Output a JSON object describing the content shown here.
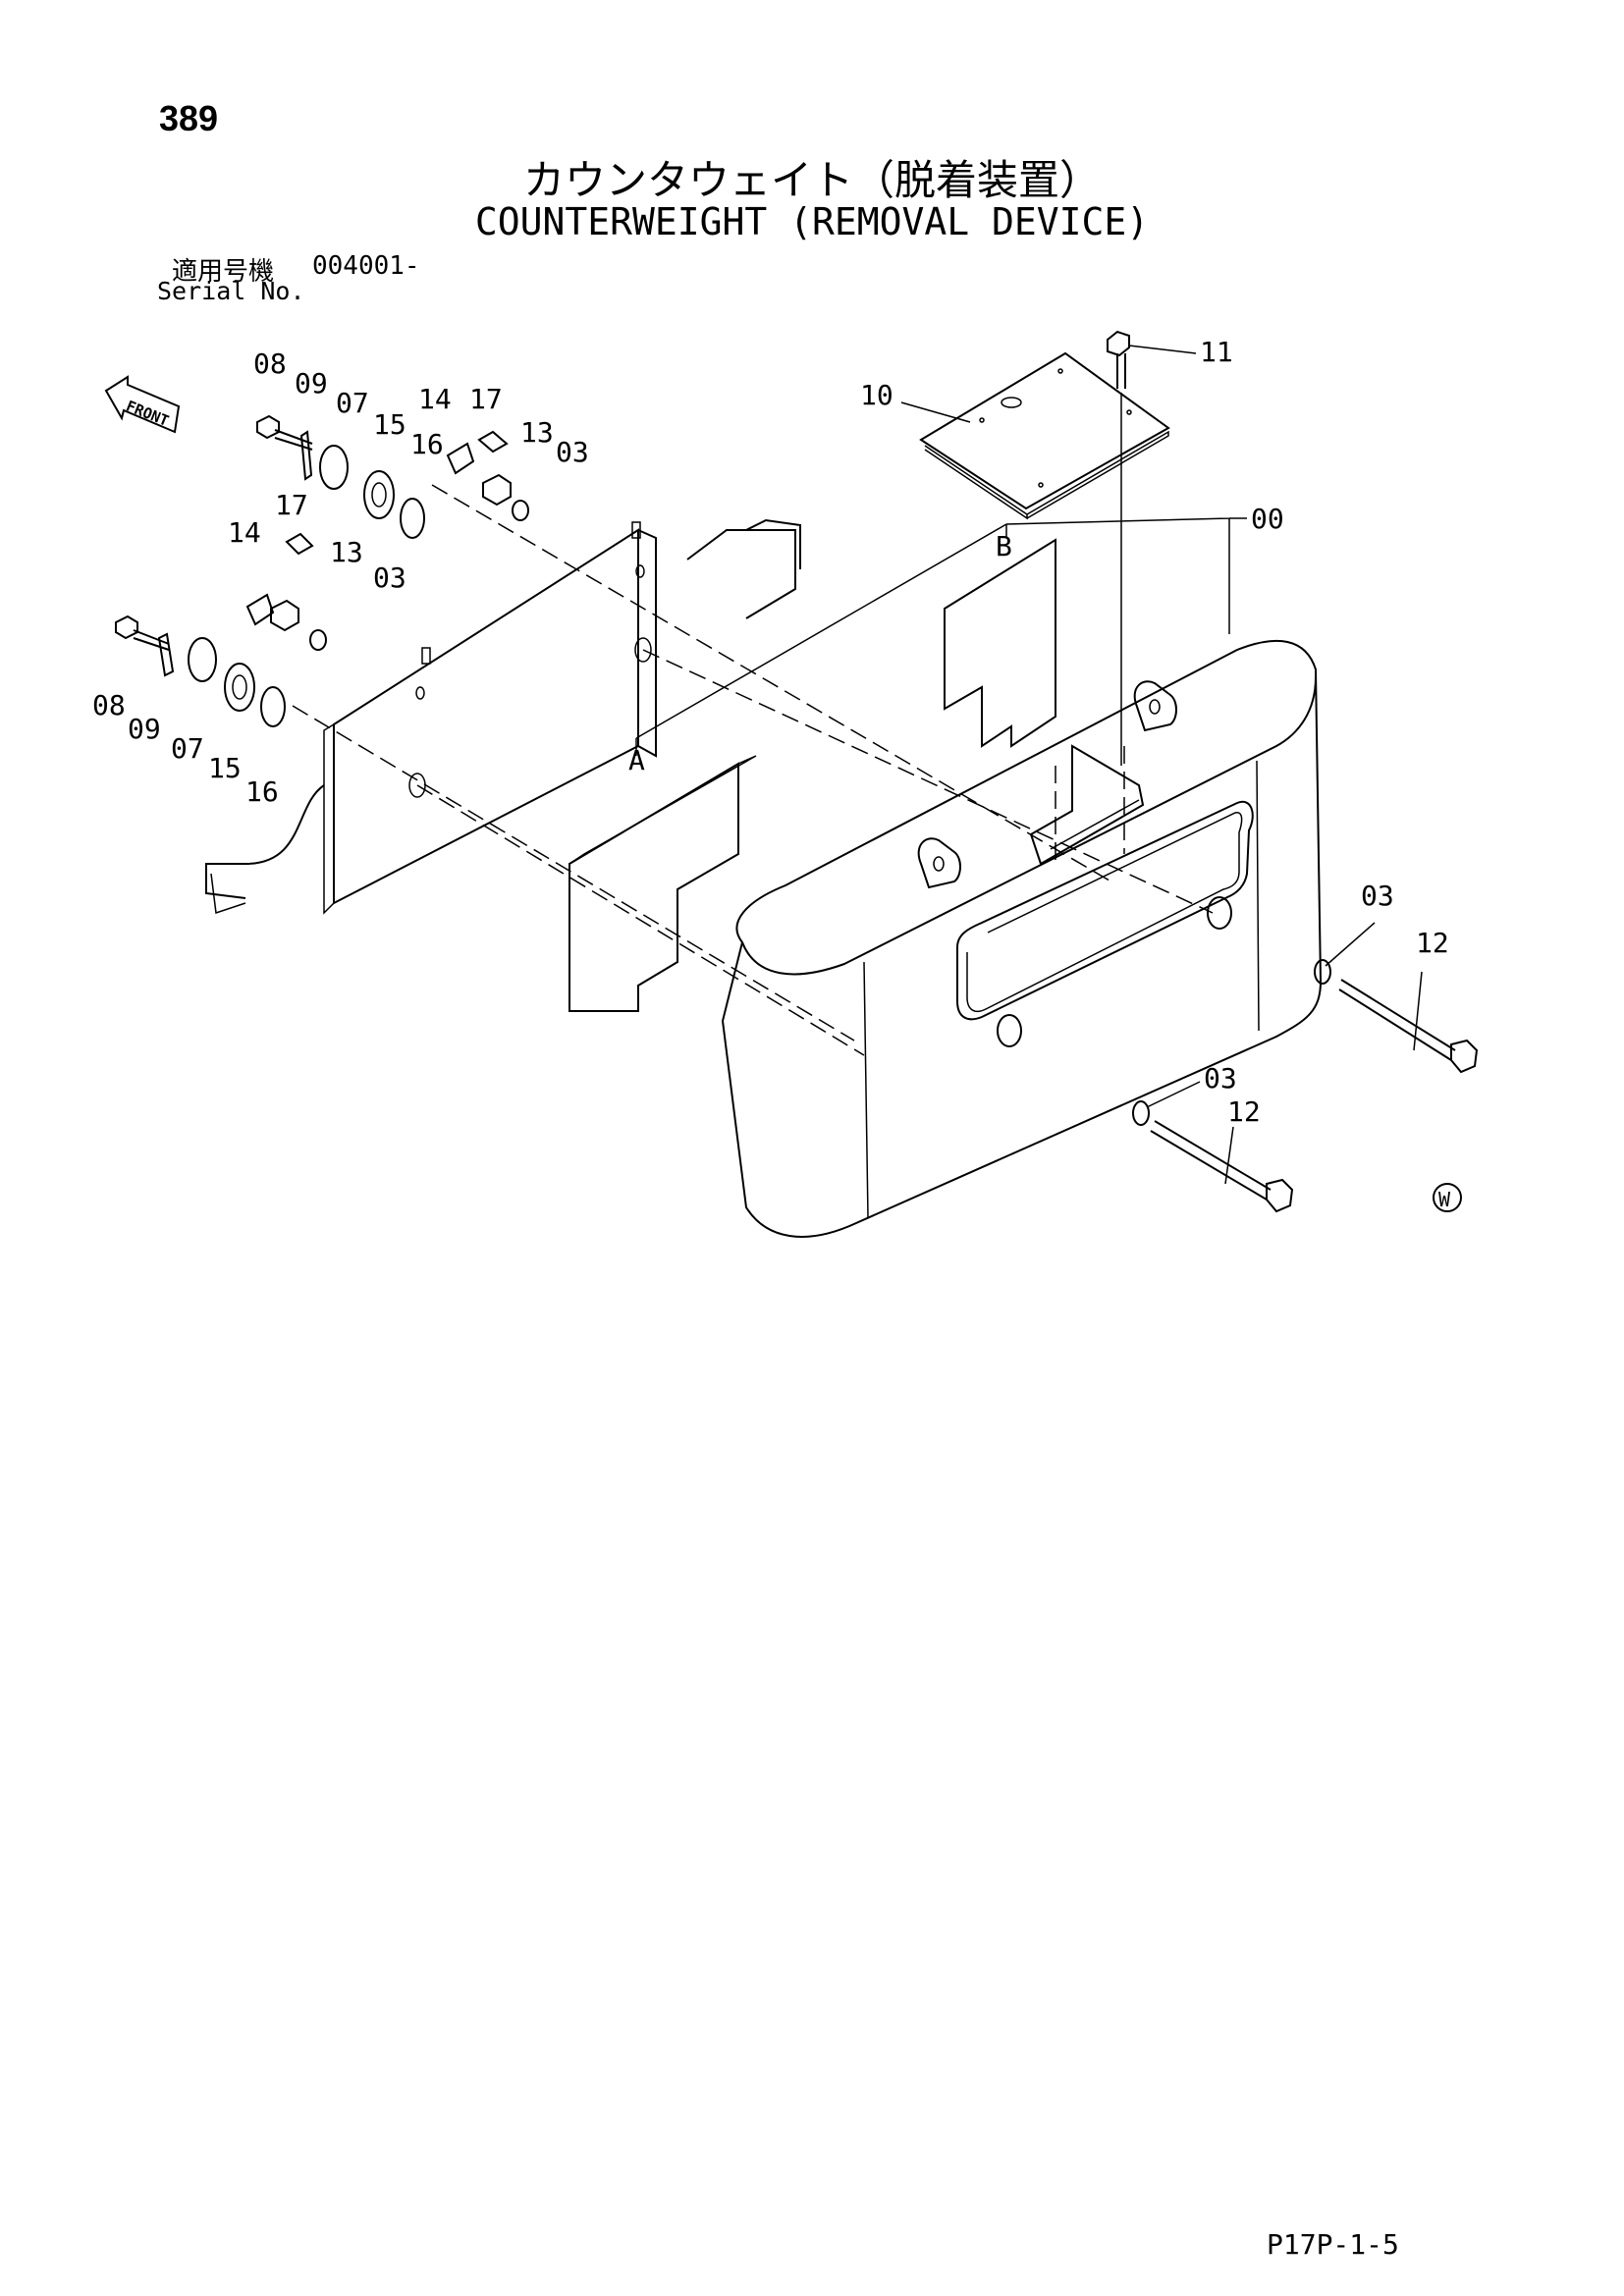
{
  "page": {
    "number": "389",
    "title_jp": "カウンタウェイト（脱着装置）",
    "title_en": "COUNTERWEIGHT (REMOVAL DEVICE)",
    "serial_label_jp": "適用号機",
    "serial_value": "004001-",
    "serial_label_en": "Serial No.",
    "document_code": "P17P-1-5"
  },
  "diagram": {
    "front_indicator": "FRONT",
    "watermark_symbol": "W",
    "detail_labels": [
      "A",
      "B"
    ],
    "callouts": [
      "08",
      "09",
      "07",
      "15",
      "16",
      "14",
      "17",
      "13",
      "03",
      "14",
      "17",
      "13",
      "03",
      "08",
      "09",
      "07",
      "15",
      "16",
      "10",
      "11",
      "00",
      "03",
      "12",
      "03",
      "12"
    ]
  }
}
